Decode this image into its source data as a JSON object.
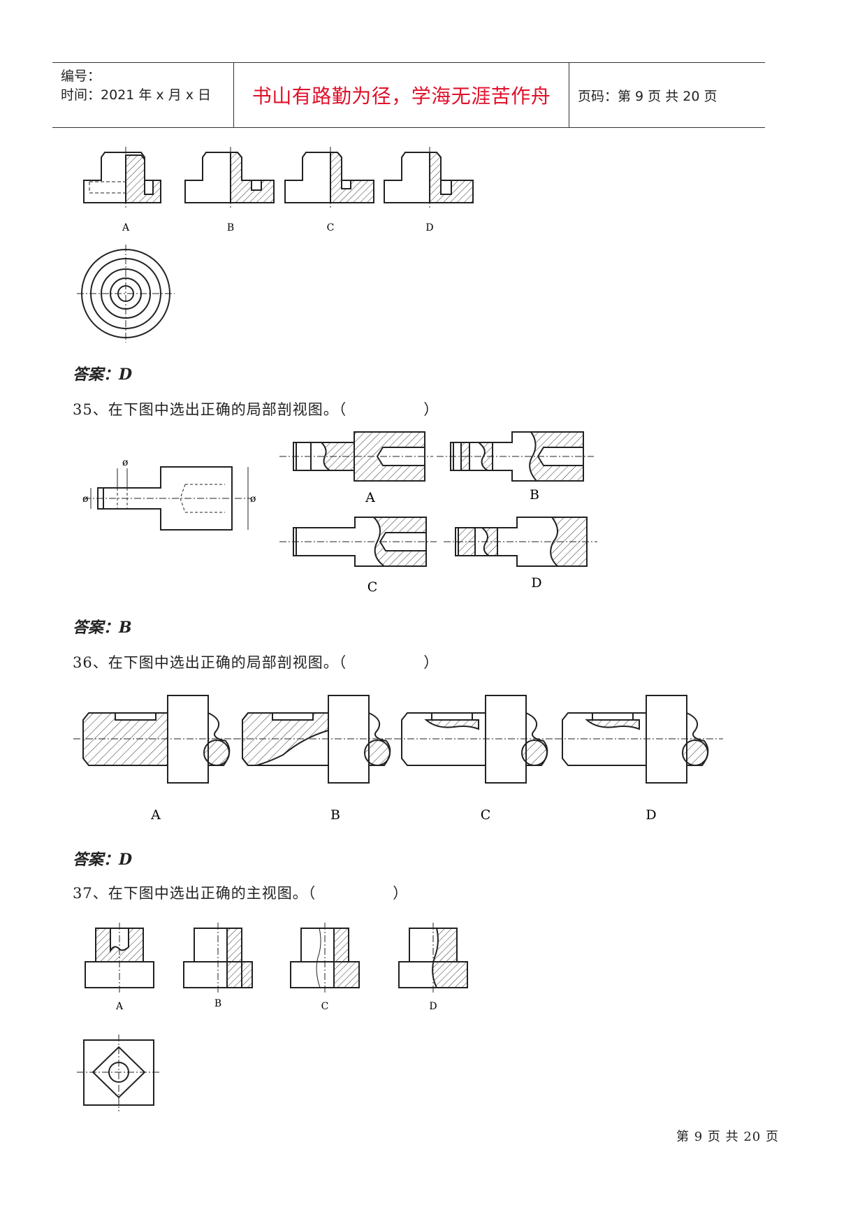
{
  "header": {
    "number_label": "编号：",
    "time_label": "时间：2021 年 x 月 x 日",
    "motto": "书山有路勤为径，学海无涯苦作舟",
    "page_label": "页码：第 9 页  共 20 页"
  },
  "q34": {
    "labels": [
      "A",
      "B",
      "C",
      "D"
    ],
    "answer": "答案：D"
  },
  "q35": {
    "question": "35、在下图中选出正确的局部剖视图。（　　　　　）",
    "labels": [
      "A",
      "B",
      "C",
      "D"
    ],
    "dim_symbol": "ø",
    "answer": "答案：B"
  },
  "q36": {
    "question": "36、在下图中选出正确的局部剖视图。（　　　　　）",
    "labels": [
      "A",
      "B",
      "C",
      "D"
    ],
    "answer": "答案：D"
  },
  "q37": {
    "question": "37、在下图中选出正确的主视图。（　　　　　）",
    "labels": [
      "A",
      "B",
      "C",
      "D"
    ]
  },
  "footer": {
    "page_text": "第 9 页 共 20 页"
  }
}
